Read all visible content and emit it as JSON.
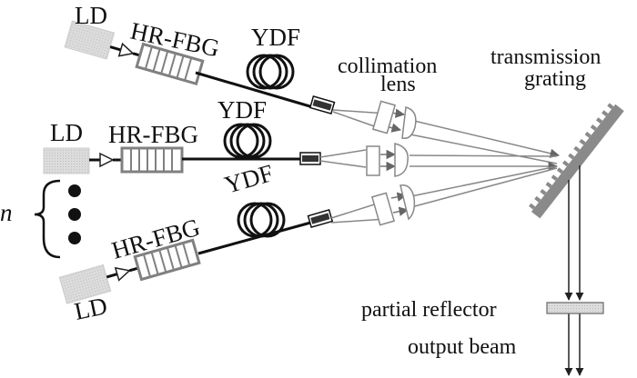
{
  "labels": {
    "ld": "LD",
    "hr_fbg": "HR-FBG",
    "ydf": "YDF",
    "collimation": "collimation",
    "lens": "lens",
    "transmission": "transmission",
    "grating": "grating",
    "partial_reflector": "partial reflector",
    "output_beam": "output beam",
    "n": "n"
  },
  "channels": [
    {
      "id": "top",
      "ld": "LD",
      "fbg": "HR-FBG",
      "fiber": "YDF"
    },
    {
      "id": "middle",
      "ld": "LD",
      "fbg": "HR-FBG",
      "fiber": "YDF"
    },
    {
      "id": "bottom",
      "ld": "LD",
      "fbg": "HR-FBG",
      "fiber": "YDF"
    }
  ],
  "colors": {
    "ld_fill": "#d8d8d8",
    "fbg_stroke": "#808080",
    "grating_fill": "#8a8a8a",
    "beam": "#777777",
    "fiber": "#111111",
    "reflector_fill": "#cccccc"
  }
}
